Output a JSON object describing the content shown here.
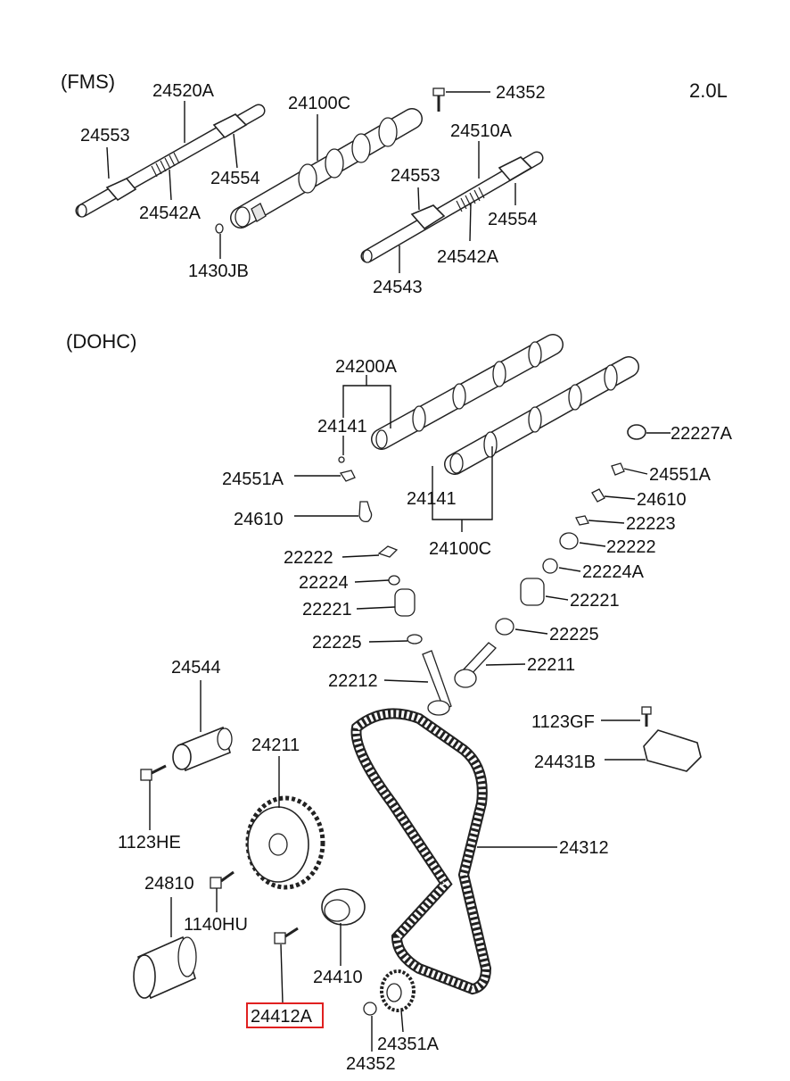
{
  "section_fms": "(FMS)",
  "section_dohc": "(DOHC)",
  "engine": "2.0L",
  "highlighted_part": "24412A",
  "labels": {
    "p24520A": "24520A",
    "p24100C_top": "24100C",
    "p24352_top": "24352",
    "p24553_left": "24553",
    "p24510A": "24510A",
    "p24554_left": "24554",
    "p24553_right": "24553",
    "p24542A_left": "24542A",
    "p24554_right": "24554",
    "p1430JB": "1430JB",
    "p24542A_right": "24542A",
    "p24543": "24543",
    "p24200A": "24200A",
    "p24141_left": "24141",
    "p22227A": "22227A",
    "p24551A_left": "24551A",
    "p24551A_right": "24551A",
    "p24141_right": "24141",
    "p24610_right": "24610",
    "p24610_left": "24610",
    "p22223": "22223",
    "p24100C_dohc": "24100C",
    "p22222_right": "22222",
    "p22222_left": "22222",
    "p22224A": "22224A",
    "p22224": "22224",
    "p22221_right": "22221",
    "p22221_left": "22221",
    "p22225_right": "22225",
    "p22225_left": "22225",
    "p22211": "22211",
    "p24544": "24544",
    "p22212": "22212",
    "p1123GF": "1123GF",
    "p24211": "24211",
    "p24431B": "24431B",
    "p1123HE": "1123HE",
    "p24312": "24312",
    "p24810": "24810",
    "p1140HU": "1140HU",
    "p24410": "24410",
    "p24412A": "24412A",
    "p24351A": "24351A",
    "p24352_bottom": "24352"
  }
}
